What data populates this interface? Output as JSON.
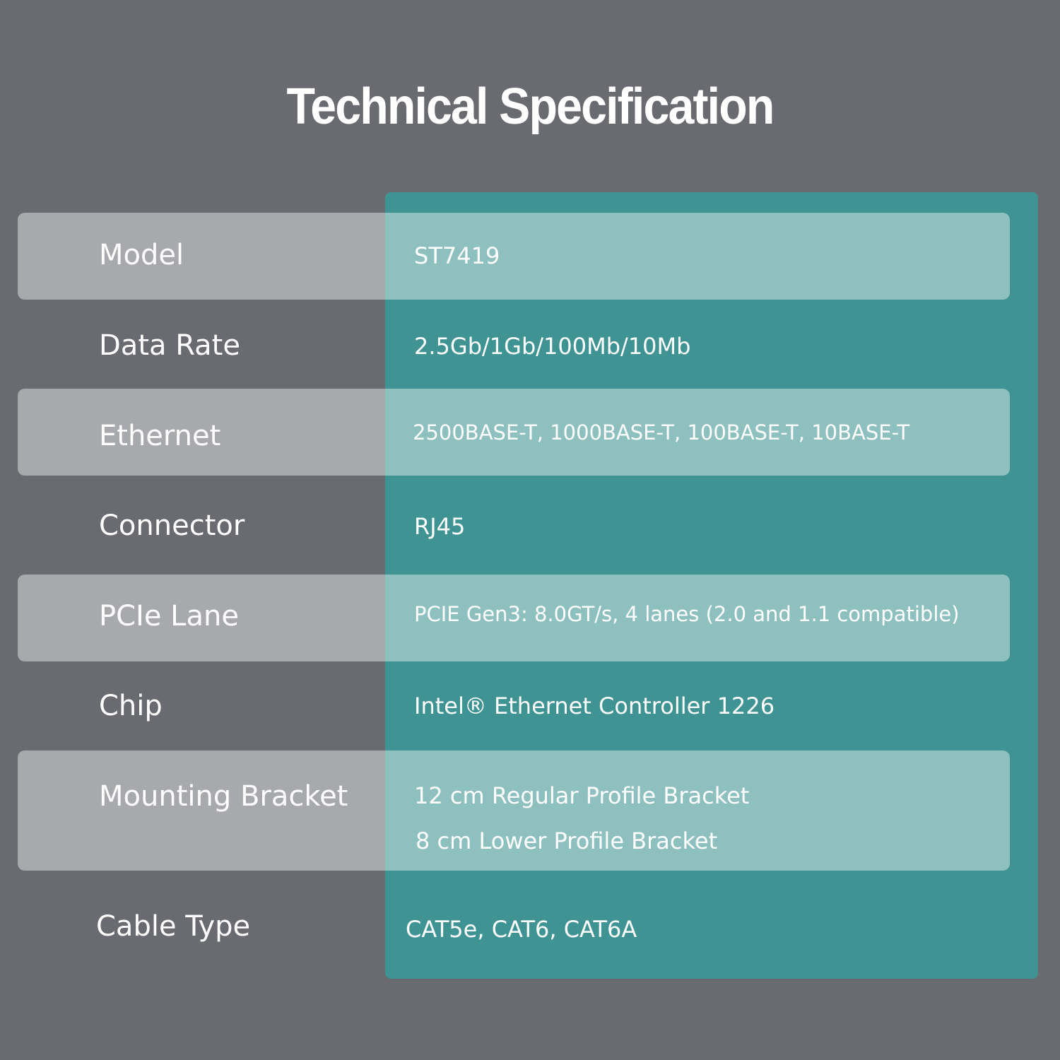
{
  "title": "Technical Specification",
  "rows": [
    {
      "label": "Model",
      "value": "ST7419"
    },
    {
      "label": "Data Rate",
      "value": "2.5Gb/1Gb/100Mb/10Mb"
    },
    {
      "label": "Ethernet",
      "value": "2500BASE-T, 1000BASE-T, 100BASE-T, 10BASE-T"
    },
    {
      "label": "Connector",
      "value": "RJ45"
    },
    {
      "label": "PCIe Lane",
      "value": "PCIE Gen3: 8.0GT/s, 4 lanes (2.0 and 1.1 compatible)"
    },
    {
      "label": "Chip",
      "value": "Intel® Ethernet Controller 1226"
    },
    {
      "label": "Mounting Bracket",
      "values": [
        "12 cm Regular Profile Bracket",
        "8 cm Lower Profile Bracket"
      ]
    },
    {
      "label": "Cable Type",
      "value": "CAT5e, CAT6, CAT6A"
    }
  ],
  "colors": {
    "background": "#6a6b71",
    "accent_panel": "#3f9393",
    "text": "#ffffff"
  }
}
